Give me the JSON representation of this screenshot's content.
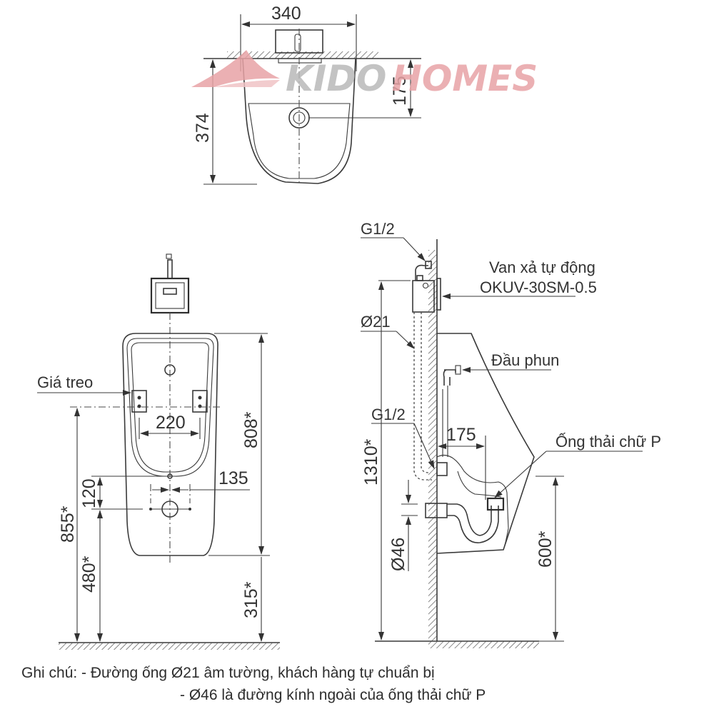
{
  "watermark": {
    "brand_part1": "KIDO",
    "brand_part2": "HOMES",
    "color_gray": "#b9b9b9",
    "color_red": "#e8a3a6"
  },
  "top_view": {
    "dim_width": "340",
    "dim_depth": "374",
    "dim_inlet_offset": "175"
  },
  "front_view": {
    "label_hanger": "Giá treo",
    "dim_hanger_spacing": "220",
    "dim_outlet_width": "135",
    "dim_outlet_offset": "120",
    "dim_total_height": "808*",
    "dim_hanger_height": "855*",
    "dim_outlet_height": "480*",
    "dim_bottom_height": "315*"
  },
  "side_view": {
    "label_inlet_top": "G1/2",
    "label_valve_line1": "Van xả tự động",
    "label_valve_line2": "OKUV-30SM-0.5",
    "label_pipe_diameter": "Ø21",
    "label_spray_head": "Đầu phun",
    "label_inlet_bottom": "G1/2",
    "dim_trap_offset": "175",
    "label_p_trap": "Ống thải chữ P",
    "dim_valve_height": "1310*",
    "dim_trap_diameter": "Ø46",
    "dim_rim_height": "600*"
  },
  "notes": {
    "line1": "Ghi chú: - Đường ống Ø21 âm tường, khách hàng tự chuẩn bị",
    "line2": "- Ø46 là đường kính ngoài của ống thải chữ P"
  }
}
